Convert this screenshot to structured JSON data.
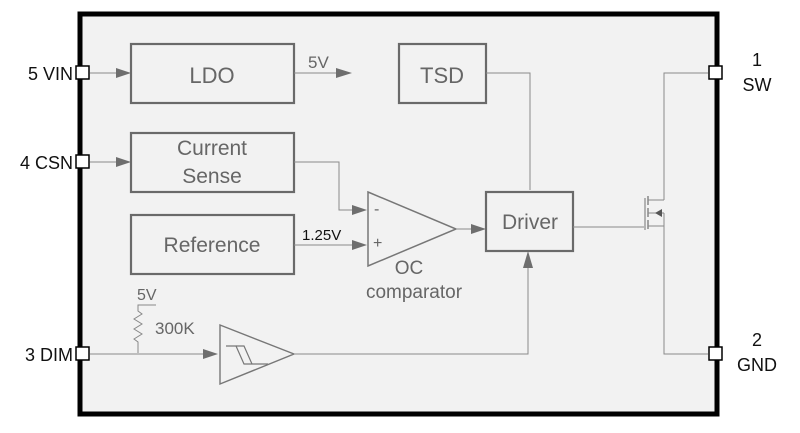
{
  "diagram": {
    "type": "ic-block-diagram",
    "pins": {
      "vin": {
        "number": "5",
        "name": "VIN",
        "label": "5 VIN"
      },
      "csn": {
        "number": "4",
        "name": "CSN",
        "label": "4 CSN"
      },
      "dim": {
        "number": "3",
        "name": "DIM",
        "label": "3 DIM"
      },
      "sw": {
        "number": "1",
        "name": "SW"
      },
      "gnd": {
        "number": "2",
        "name": "GND"
      }
    },
    "blocks": {
      "ldo": "LDO",
      "tsd": "TSD",
      "current_sense_line1": "Current",
      "current_sense_line2": "Sense",
      "reference": "Reference",
      "driver": "Driver"
    },
    "comparator": {
      "name_line1": "OC",
      "name_line2": "comparator",
      "minus": "-",
      "plus": "+"
    },
    "signals": {
      "ldo_output": "5V",
      "reference_voltage": "1.25V",
      "pullup_supply": "5V",
      "pullup_resistor": "300K"
    }
  }
}
